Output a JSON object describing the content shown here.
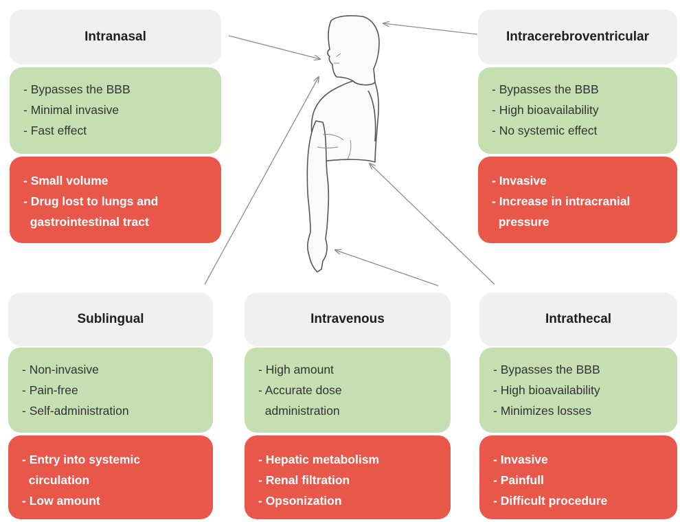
{
  "routes": {
    "intranasal": {
      "title": "Intranasal",
      "pros": [
        "- Bypasses the BBB",
        "- Minimal invasive",
        "- Fast effect"
      ],
      "cons": [
        "- Small volume",
        "- Drug lost to lungs and",
        "  gastrointestinal tract"
      ]
    },
    "intracerebroventricular": {
      "title": "Intracerebroventricular",
      "pros": [
        "- Bypasses the BBB",
        "- High bioavailability",
        "- No systemic effect"
      ],
      "cons": [
        "- Invasive",
        "- Increase in intracranial",
        "  pressure"
      ]
    },
    "sublingual": {
      "title": "Sublingual",
      "pros": [
        "- Non-invasive",
        "- Pain-free",
        "- Self-administration"
      ],
      "cons": [
        "- Entry into systemic",
        "  circulation",
        "- Low amount"
      ]
    },
    "intravenous": {
      "title": "Intravenous",
      "pros": [
        "- High amount",
        "- Accurate dose",
        "  administration"
      ],
      "cons": [
        "- Hepatic metabolism",
        "- Renal filtration",
        "- Opsonization"
      ]
    },
    "intrathecal": {
      "title": "Intrathecal",
      "pros": [
        "- Bypasses the BBB",
        "- High bioavailability",
        "- Minimizes losses"
      ],
      "cons": [
        "- Invasive",
        "- Painfull",
        "- Difficult procedure"
      ]
    }
  },
  "colors": {
    "title_bg": "#f0f0f0",
    "pros_bg": "#c6dfb2",
    "cons_bg": "#e8574a",
    "arrow": "#8c8c8c"
  }
}
